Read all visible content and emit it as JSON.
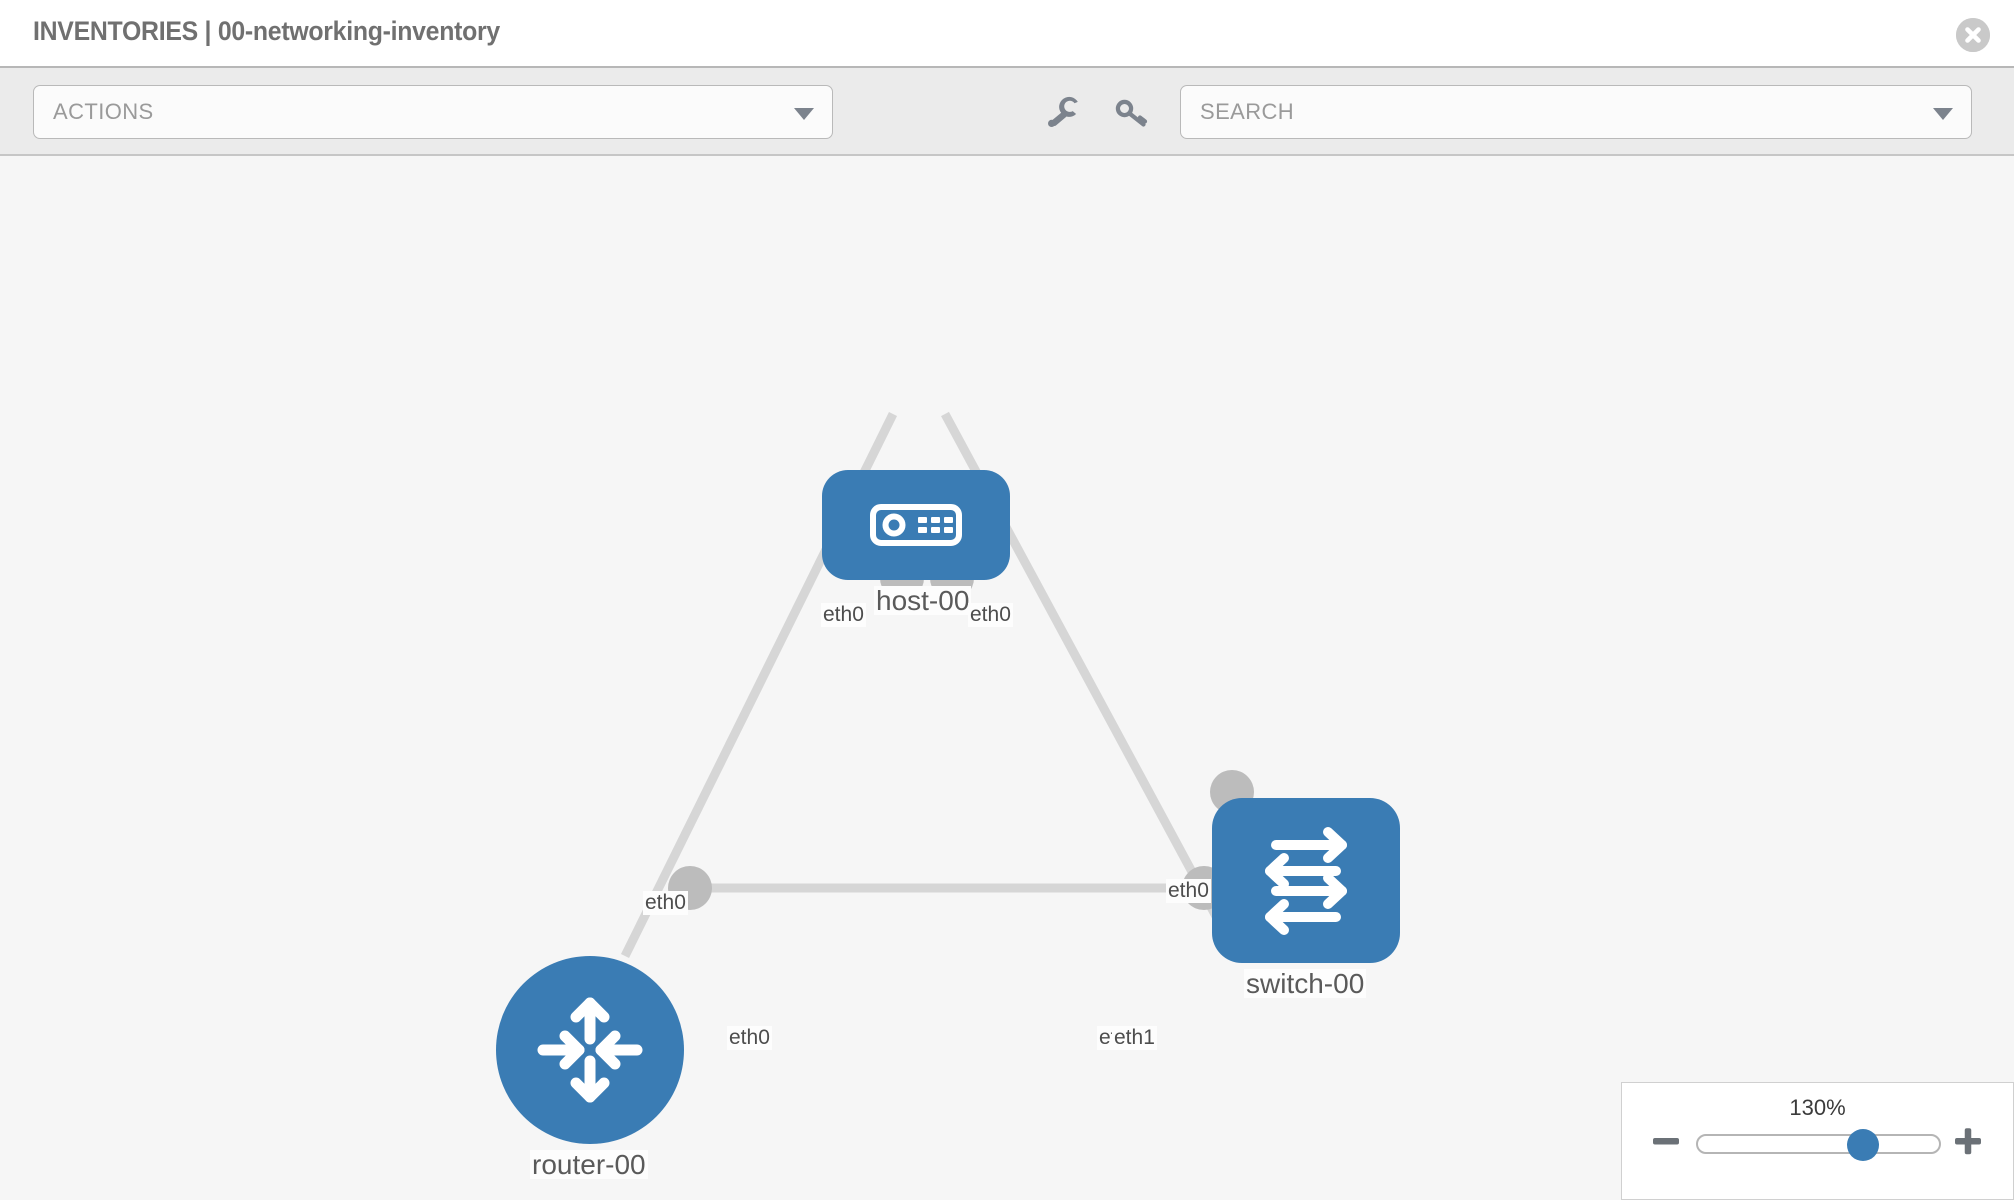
{
  "header": {
    "title": "INVENTORIES | 00-networking-inventory",
    "close_icon": "close-circle-icon"
  },
  "toolbar": {
    "actions_label": "ACTIONS",
    "actions_caret_icon": "chevron-down-icon",
    "wrench_icon": "wrench-icon",
    "key_icon": "key-icon",
    "search_placeholder": "SEARCH",
    "search_caret_icon": "chevron-down-icon"
  },
  "topology": {
    "accent_color": "#3a7cb4",
    "link_color": "#d6d6d6",
    "stub_color": "#bcbcbc",
    "canvas_color": "#f6f6f6",
    "nodes": [
      {
        "id": "host-00",
        "label": "host-00",
        "type": "host",
        "icon": "server-icon"
      },
      {
        "id": "router-00",
        "label": "router-00",
        "type": "router",
        "icon": "router-arrows-icon"
      },
      {
        "id": "switch-00",
        "label": "switch-00",
        "type": "switch",
        "icon": "switch-arrows-icon"
      }
    ],
    "edge_labels": {
      "host_left": "eth0",
      "host_right": "eth0",
      "router_up": "eth0",
      "switch_up": "eth0",
      "router_right": "eth0",
      "switch_left_under": "eth0",
      "switch_left": "eth1"
    }
  },
  "zoom_control": {
    "level": "130%",
    "minus_icon": "minus-icon",
    "plus_icon": "plus-icon",
    "slider_name": "zoom-slider"
  }
}
